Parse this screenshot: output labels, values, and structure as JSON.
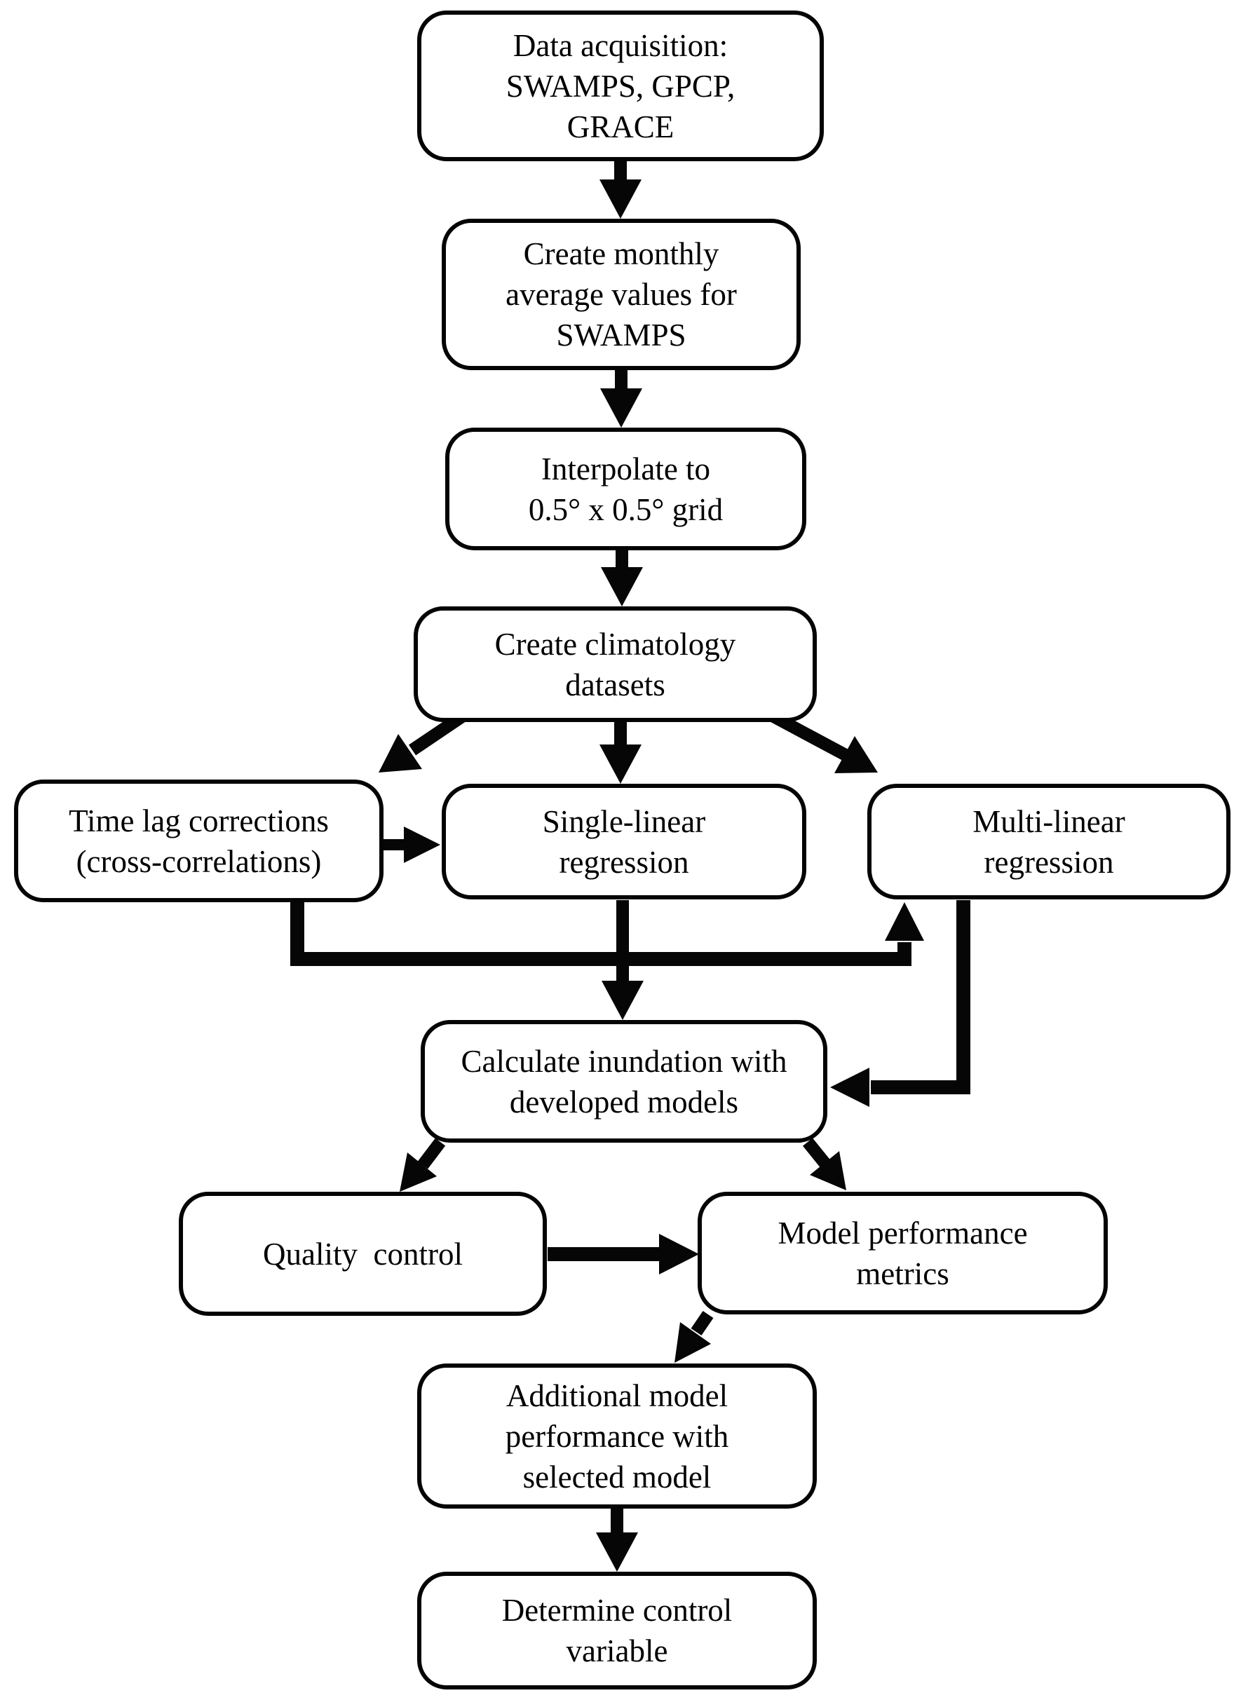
{
  "figure": {
    "background": "#ffffff",
    "ink": "#000000",
    "type": "flowchart"
  },
  "nodes": {
    "data_acquisition": {
      "label": "Data acquisition:\nSWAMPS, GPCP,\nGRACE"
    },
    "create_monthly": {
      "label": "Create monthly\naverage values for\nSWAMPS"
    },
    "interpolate": {
      "label": "Interpolate to\n0.5° x 0.5° grid"
    },
    "climatology": {
      "label": "Create climatology\ndatasets"
    },
    "time_lag": {
      "label": "Time lag corrections\n(cross-correlations)"
    },
    "single_linear": {
      "label": "Single-linear\nregression"
    },
    "multi_linear": {
      "label": "Multi-linear\nregression"
    },
    "calculate_inundation": {
      "label": "Calculate inundation with\ndeveloped models"
    },
    "quality_control": {
      "label": "Quality  control"
    },
    "model_performance": {
      "label": "Model performance\nmetrics"
    },
    "additional_performance": {
      "label": "Additional model\nperformance with\nselected model"
    },
    "determine_control": {
      "label": "Determine control\nvariable"
    }
  },
  "edges": [
    {
      "from": "data_acquisition",
      "to": "create_monthly"
    },
    {
      "from": "create_monthly",
      "to": "interpolate"
    },
    {
      "from": "interpolate",
      "to": "climatology"
    },
    {
      "from": "climatology",
      "to": "time_lag"
    },
    {
      "from": "climatology",
      "to": "single_linear"
    },
    {
      "from": "climatology",
      "to": "multi_linear"
    },
    {
      "from": "time_lag",
      "to": "single_linear"
    },
    {
      "from": "time_lag",
      "to": "multi_linear"
    },
    {
      "from": "single_linear",
      "to": "calculate_inundation"
    },
    {
      "from": "multi_linear",
      "to": "calculate_inundation"
    },
    {
      "from": "calculate_inundation",
      "to": "quality_control"
    },
    {
      "from": "calculate_inundation",
      "to": "model_performance"
    },
    {
      "from": "quality_control",
      "to": "model_performance"
    },
    {
      "from": "model_performance",
      "to": "additional_performance"
    },
    {
      "from": "additional_performance",
      "to": "determine_control"
    }
  ]
}
